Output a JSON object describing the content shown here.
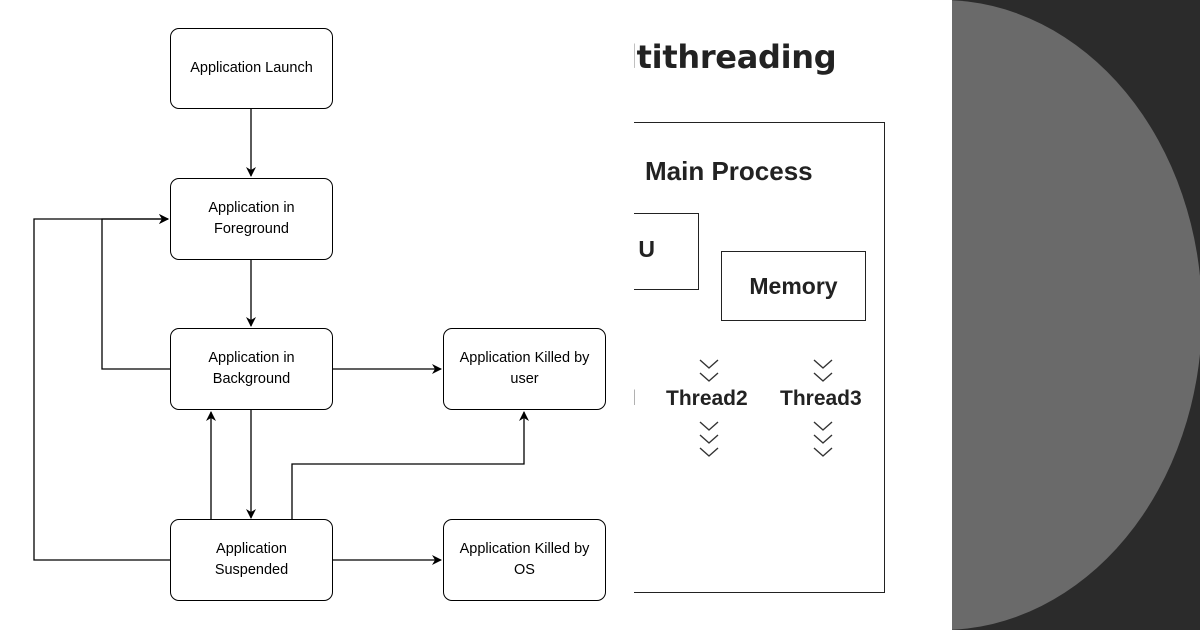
{
  "flowchart": {
    "nodes": {
      "launch": "Application Launch",
      "foreground": "Application in\nForeground",
      "background": "Application in\nBackground",
      "suspended": "Application\nSuspended",
      "killed_user": "Application Killed by\nuser",
      "killed_os": "Application Killed by\nOS"
    }
  },
  "slide": {
    "title": "ltithreading",
    "main_process": "Main Process",
    "cpu": "U",
    "memory": "Memory",
    "thread1": "l",
    "thread2": "Thread2",
    "thread3": "Thread3"
  },
  "colors": {
    "deco_dark": "#2b2b2b",
    "deco_circle": "#6a6a6a"
  }
}
